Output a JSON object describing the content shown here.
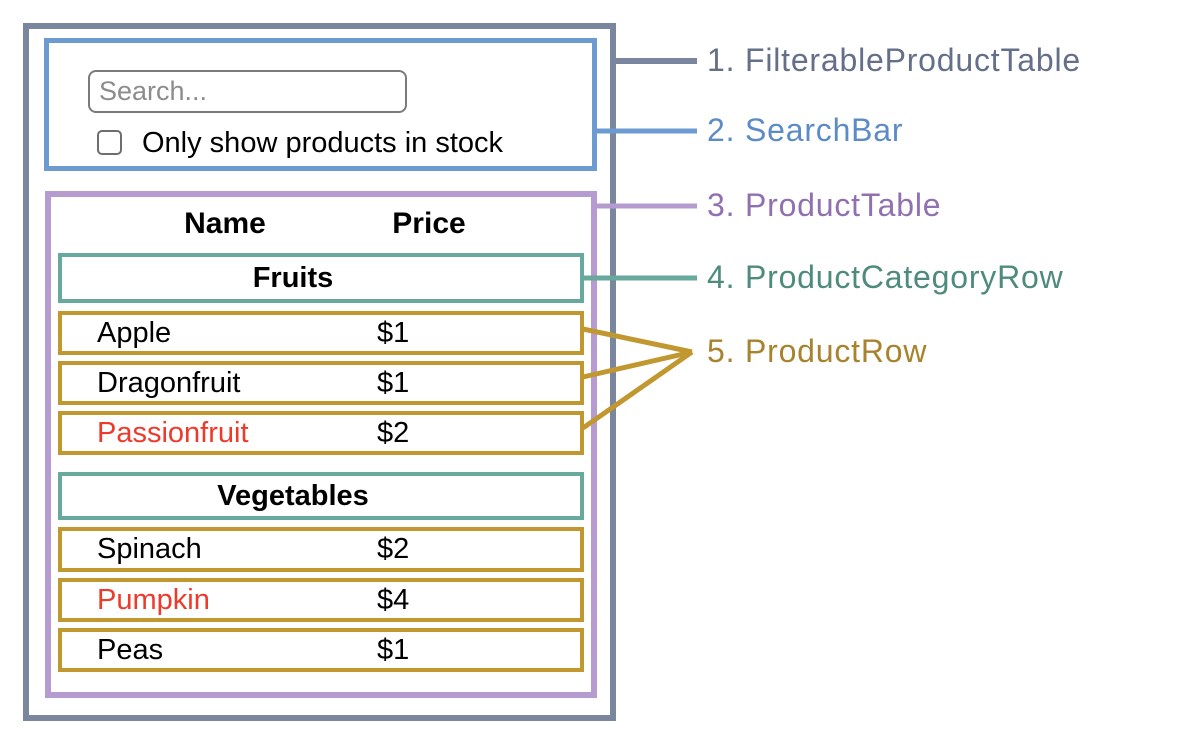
{
  "search_bar": {
    "placeholder": "Search...",
    "checkbox_label": "Only show products in stock",
    "checkbox_checked": false
  },
  "product_table": {
    "headers": {
      "name": "Name",
      "price": "Price"
    },
    "sections": [
      {
        "category": "Fruits",
        "rows": [
          {
            "name": "Apple",
            "price": "$1",
            "in_stock": true
          },
          {
            "name": "Dragonfruit",
            "price": "$1",
            "in_stock": true
          },
          {
            "name": "Passionfruit",
            "price": "$2",
            "in_stock": false
          }
        ]
      },
      {
        "category": "Vegetables",
        "rows": [
          {
            "name": "Spinach",
            "price": "$2",
            "in_stock": true
          },
          {
            "name": "Pumpkin",
            "price": "$4",
            "in_stock": false
          },
          {
            "name": "Peas",
            "price": "$1",
            "in_stock": true
          }
        ]
      }
    ]
  },
  "annotations": [
    {
      "label": "1. FilterableProductTable",
      "color": "#646f8a"
    },
    {
      "label": "2. SearchBar",
      "color": "#5d8bc6"
    },
    {
      "label": "3. ProductTable",
      "color": "#9170b0"
    },
    {
      "label": "4. ProductCategoryRow",
      "color": "#4e8b7d"
    },
    {
      "label": "5. ProductRow",
      "color": "#a8832e"
    }
  ],
  "colors": {
    "filterable_product_table_border": "#7a859e",
    "search_bar_border": "#6d9ad0",
    "product_table_border": "#b69bd1",
    "product_category_row_border": "#67a99c",
    "product_row_border": "#c1982f",
    "out_of_stock_text": "#ee3a2a"
  }
}
